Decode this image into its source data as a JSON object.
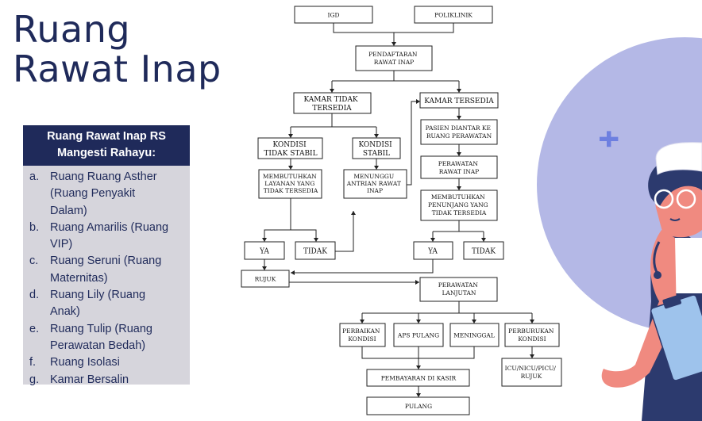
{
  "title": {
    "line1": "Ruang",
    "line2": "Rawat Inap"
  },
  "panel": {
    "heading_line1": "Ruang Rawat Inap RS",
    "heading_line2": "Mangesti Rahayu:",
    "items": [
      {
        "marker": "a.",
        "lines": [
          "Ruang Ruang Asther",
          "(Ruang Penyakit",
          "Dalam)"
        ]
      },
      {
        "marker": "b.",
        "lines": [
          "Ruang Amarilis (Ruang",
          "VIP)"
        ]
      },
      {
        "marker": "c.",
        "lines": [
          "Ruang Seruni (Ruang",
          "Maternitas)"
        ]
      },
      {
        "marker": "d.",
        "lines": [
          "Ruang Lily (Ruang",
          "Anak)"
        ]
      },
      {
        "marker": "e.",
        "lines": [
          "Ruang Tulip (Ruang",
          "Perawatan Bedah)"
        ]
      },
      {
        "marker": "f.",
        "lines": [
          "Ruang Isolasi"
        ]
      },
      {
        "marker": "g.",
        "lines": [
          "Kamar Bersalin"
        ]
      }
    ]
  },
  "flow": {
    "igd": "IGD",
    "poliklinik": "POLIKLINIK",
    "pendaftaran": [
      "PENDAFTARAN",
      "RAWAT INAP"
    ],
    "kamar_tidak": [
      "KAMAR TIDAK",
      "TERSEDIA"
    ],
    "kamar_tersedia": "KAMAR TERSEDIA",
    "kondisi_tidak_stabil": [
      "KONDISI",
      "TIDAK STABIL"
    ],
    "kondisi_stabil": [
      "KONDISI",
      "STABIL"
    ],
    "membutuhkan_layanan": [
      "MEMBUTUHKAN",
      "LAYANAN YANG",
      "TIDAK TERSEDIA"
    ],
    "menunggu_antrian": [
      "MENUNGGU",
      "ANTRIAN RAWAT",
      "INAP"
    ],
    "pasien_diantar": [
      "PASIEN DIANTAR KE",
      "RUANG PERAWATAN"
    ],
    "perawatan_rawat_inap": [
      "PERAWATAN",
      "RAWAT INAP"
    ],
    "membutuhkan_penunjang": [
      "MEMBUTUHKAN",
      "PENUNJANG YANG",
      "TIDAK TERSEDIA"
    ],
    "ya_left": "YA",
    "tidak_left": "TIDAK",
    "ya_right": "YA",
    "tidak_right": "TIDAK",
    "rujuk": "RUJUK",
    "perawatan_lanjutan": [
      "PERAWATAN",
      "LANJUTAN"
    ],
    "perbaikan_kondisi": [
      "PERBAIKAN",
      "KONDISI"
    ],
    "aps_pulang": "APS PULANG",
    "meninggal": "MENINGGAL",
    "perburukan_kondisi": [
      "PERBURUKAN",
      "KONDISI"
    ],
    "icu": [
      "ICU/NICU/PICU/",
      "RUJUK"
    ],
    "pembayaran": "PEMBAYARAN DI KASIR",
    "pulang": "PULANG"
  },
  "colors": {
    "navy": "#1f2a5a",
    "panel_bg": "#d6d5dc",
    "circle": "#b4b8e6",
    "skin": "#f08a80",
    "clipboard": "#9ec3ec"
  }
}
